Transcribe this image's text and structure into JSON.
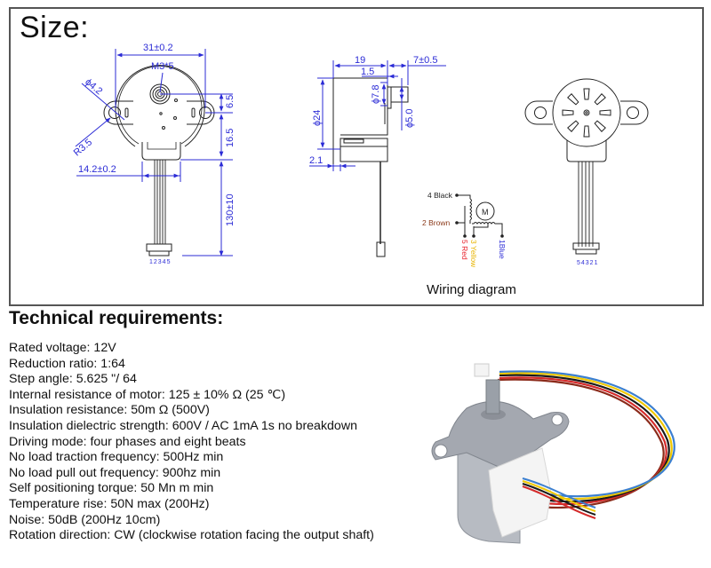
{
  "size_section": {
    "title": "Size:",
    "front_view": {
      "dims": {
        "width": "31±0.2",
        "screw": "M3*5",
        "hole_dia": "ϕ4.2",
        "radius": "R3.5",
        "offset_top": "6.5",
        "offset_bottom": "16.5",
        "connector_width": "14.2±0.2",
        "cable_length": "130±10"
      },
      "pin_numbers": "12345"
    },
    "side_view": {
      "dims": {
        "body_depth": "19",
        "shaft_length": "7±0.5",
        "flange": "1.5",
        "body_dia": "ϕ24",
        "boss_dia": "ϕ7.8",
        "shaft_dia": "ϕ5.0",
        "lip": "2.1"
      }
    },
    "wiring": {
      "caption": "Wiring diagram",
      "motor_label": "M",
      "wires": [
        {
          "label": "4 Black",
          "color": "#222222"
        },
        {
          "label": "2 Brown",
          "color": "#8b3a1a"
        },
        {
          "label": "5 Red",
          "color": "#e8202a"
        },
        {
          "label": "3 Yellow",
          "color": "#e8b400"
        },
        {
          "label": "1Blue",
          "color": "#2b2bd6"
        }
      ]
    },
    "back_view": {
      "pin_numbers": "54321"
    }
  },
  "tech_section": {
    "title": "Technical requirements:",
    "specs": [
      "Rated voltage: 12V",
      "Reduction ratio: 1:64",
      "Step angle: 5.625 \"/ 64",
      "Internal resistance of motor: 125 ± 10% Ω (25 ℃)",
      "Insulation resistance: 50m Ω (500V)",
      "Insulation dielectric strength: 600V / AC 1mA 1s no breakdown",
      "Driving mode: four phases and eight beats",
      "No load traction frequency: 500Hz min",
      "No load pull out frequency: 900hz min",
      "Self positioning torque: 50 Mn m min",
      "Temperature rise: 50N max (200Hz)",
      "Noise: 50dB (200Hz 10cm)",
      "Rotation direction: CW (clockwise rotation facing the output shaft)"
    ]
  },
  "colors": {
    "dimension": "#2b2bd6",
    "frame": "#555555",
    "wire_blue": "#3b7fd0",
    "wire_yellow": "#f0c800",
    "wire_red": "#d42a2a",
    "wire_black": "#1a1a1a",
    "housing_white": "#f4f4f4",
    "metal_gray": "#9a9ea6"
  }
}
